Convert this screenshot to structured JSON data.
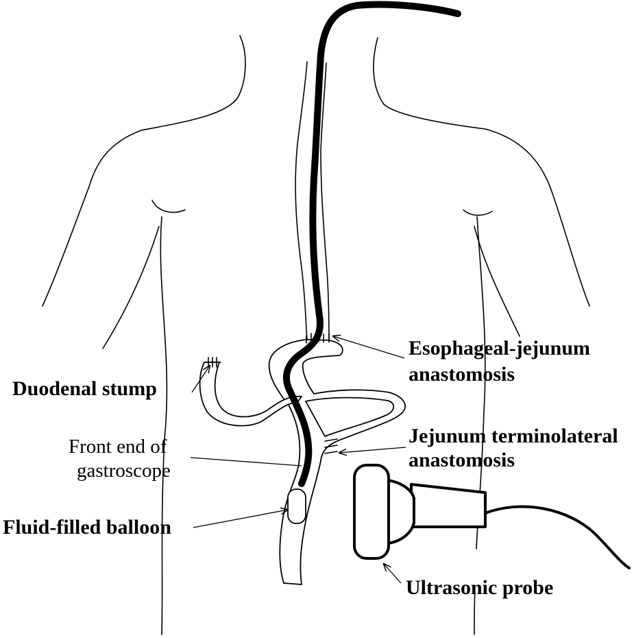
{
  "labels": {
    "esophageal_line1": "Esophageal-jejunum",
    "esophageal_line2": "anastomosis",
    "duodenal_stump": "Duodenal stump",
    "front_end_line1": "Front end of",
    "front_end_line2": "gastroscope",
    "jejunum_line1": "Jejunum terminolateral",
    "jejunum_line2": "anastomosis",
    "fluid_balloon": "Fluid-filled balloon",
    "ultrasonic_probe": "Ultrasonic probe"
  }
}
